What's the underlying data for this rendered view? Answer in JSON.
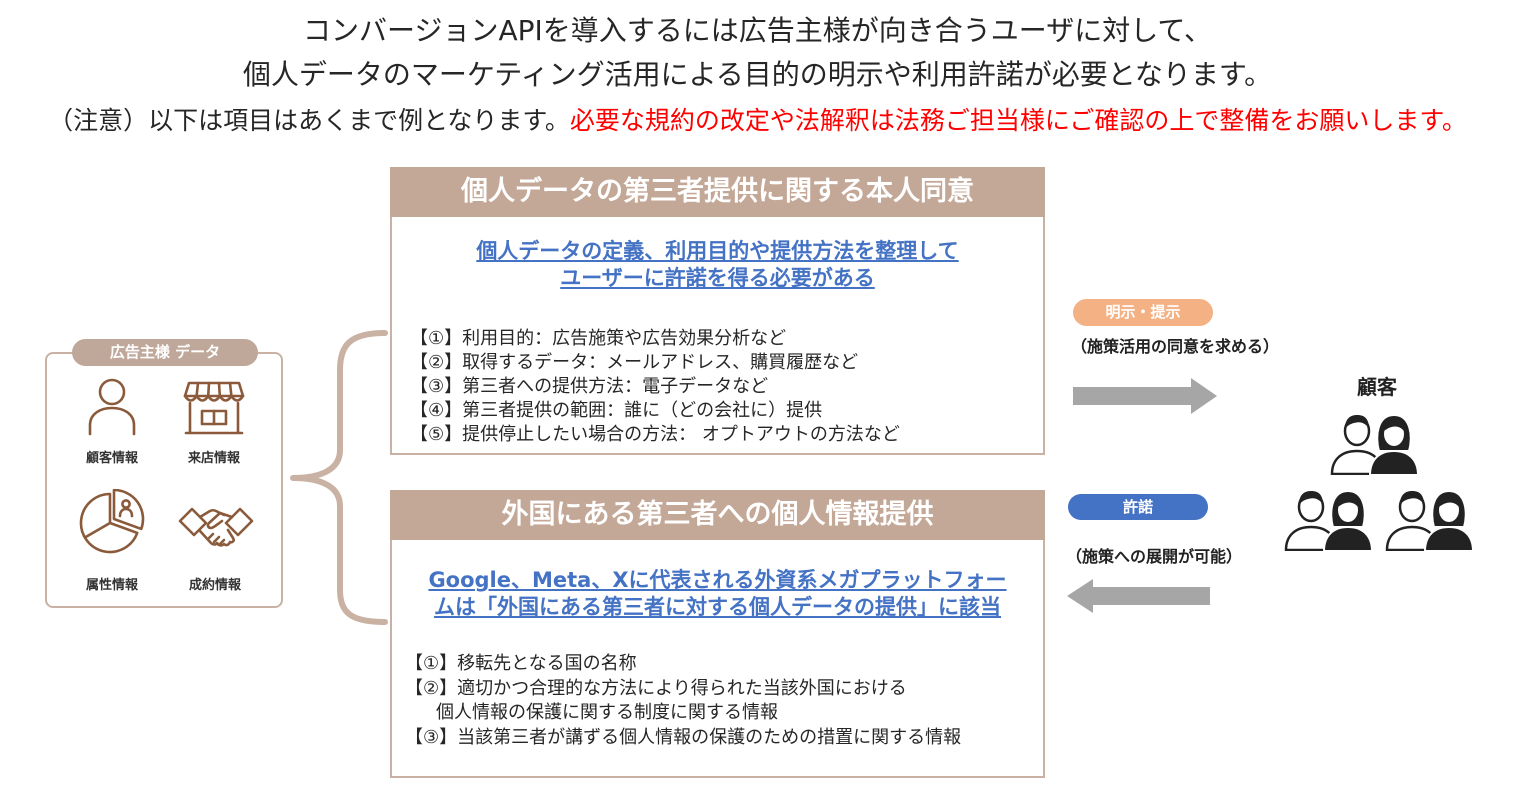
{
  "header": {
    "line1": "コンバージョンAPIを導入するには広告主様が向き合うユーザに対して、",
    "line2": "個人データのマーケティング活用による目的の明示や利用許諾が必要となります。",
    "note": "（注意）以下は項目はあくまで例となります。",
    "warning": "必要な規約の改定や法解釈は法務ご担当様にご確認の上で整備をお願いします。"
  },
  "advertiser_data": {
    "label": "広告主様 データ",
    "items": [
      {
        "label": "顧客情報",
        "icon": "person-icon"
      },
      {
        "label": "来店情報",
        "icon": "store-icon"
      },
      {
        "label": "属性情報",
        "icon": "pie-chart-icon"
      },
      {
        "label": "成約情報",
        "icon": "handshake-icon"
      }
    ]
  },
  "consent_section": {
    "title": "個人データの第三者提供に関する本人同意",
    "highlight_lines": [
      "個人データの定義、利用目的や提供方法を整理して",
      "ユーザーに許諾を得る必要がある"
    ],
    "items": [
      "【①】利用目的：広告施策や広告効果分析など",
      "【②】取得するデータ：メールアドレス、購買履歴など",
      "【③】第三者への提供方法：電子データなど",
      "【④】第三者提供の範囲：誰に（どの会社に）提供",
      "【⑤】提供停止したい場合の方法： オプトアウトの方法など"
    ]
  },
  "foreign_transfer_section": {
    "title": "外国にある第三者への個人情報提供",
    "highlight_lines": [
      "Google、Meta、Xに代表される外資系メガプラットフォー",
      "ムは「外国にある第三者に対する個人データの提供」に該当"
    ],
    "items": [
      "【①】移転先となる国の名称",
      "【②】適切かつ合理的な方法により得られた当該外国における",
      "個人情報の保護に関する制度に関する情報",
      "【③】当該第三者が講ずる個人情報の保護のための措置に関する情報"
    ]
  },
  "customer_flow": {
    "disclose_badge": "明示・提示",
    "disclose_caption": "（施策活用の同意を求める）",
    "customer_label": "顧客",
    "consent_badge": "許諾",
    "consent_caption": "（施策への展開が可能）",
    "customer_icon": "customer-group-icon"
  },
  "colors": {
    "header_fill": "#c4a897",
    "box_border": "#c9b2a4",
    "label_pill": "#bfa899",
    "icon_brown": "#8a5a3a",
    "highlight_blue": "#4472c4",
    "warning_red": "#ff0000",
    "disclose_badge": "#f4b183",
    "consent_badge": "#4472c4",
    "arrow_gray": "#a6a6a6"
  }
}
